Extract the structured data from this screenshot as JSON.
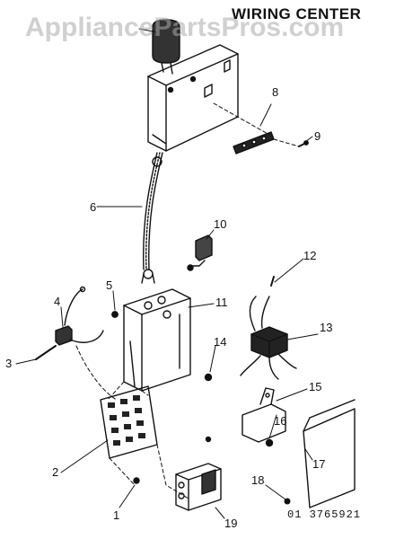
{
  "title": "WIRING CENTER",
  "watermark": "AppliancePartsPros.com",
  "part_code": "01 3765921",
  "callouts": [
    "1",
    "2",
    "3",
    "4",
    "5",
    "6",
    "8",
    "9",
    "10",
    "11",
    "12",
    "13",
    "14",
    "15",
    "16",
    "17",
    "18",
    "19"
  ]
}
